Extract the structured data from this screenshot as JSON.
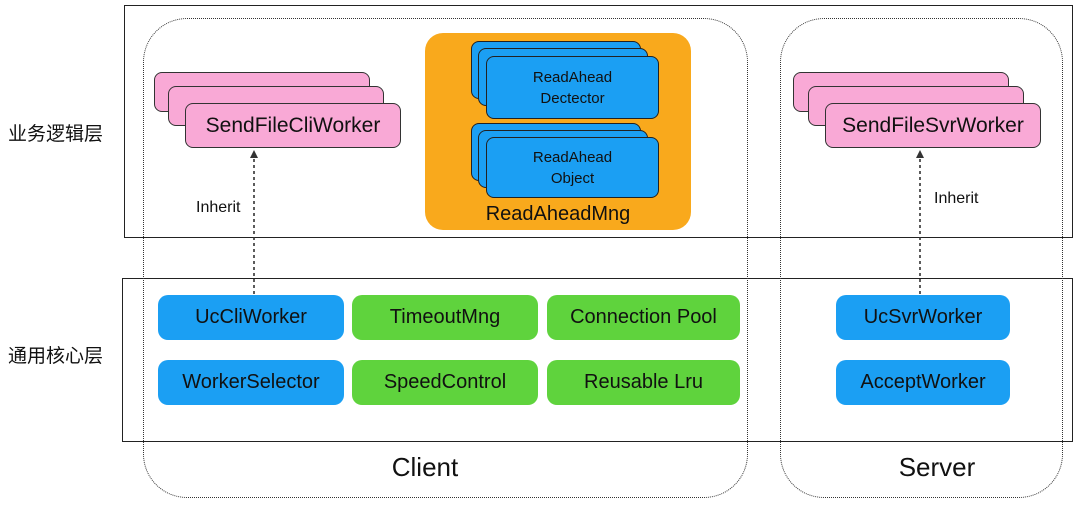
{
  "layers": {
    "business": "业务逻辑层",
    "core": "通用核心层"
  },
  "client": {
    "label": "Client",
    "worker": "SendFileCliWorker",
    "inherit": "Inherit",
    "readahead_mng": {
      "label": "ReadAheadMng",
      "detector": "ReadAhead\nDectector",
      "object": "ReadAhead\nObject"
    },
    "core_components": [
      "UcCliWorker",
      "TimeoutMng",
      "Connection Pool",
      "WorkerSelector",
      "SpeedControl",
      "Reusable Lru"
    ]
  },
  "server": {
    "label": "Server",
    "worker": "SendFileSvrWorker",
    "inherit": "Inherit",
    "core_components": [
      "UcSvrWorker",
      "AcceptWorker"
    ]
  },
  "colors": {
    "pink": "#f9a9d6",
    "blue": "#1b9ff3",
    "green": "#5fd33d",
    "orange": "#f9a91c"
  }
}
